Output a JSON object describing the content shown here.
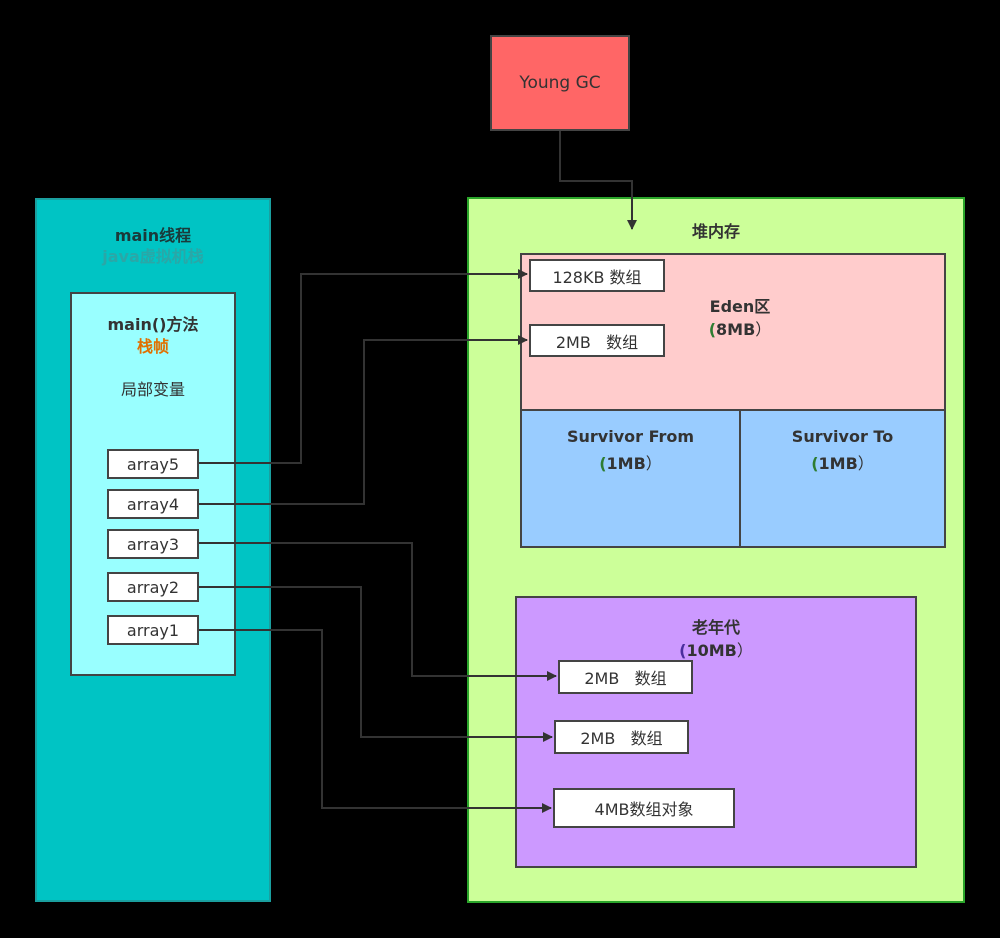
{
  "young_gc": {
    "label": "Young GC"
  },
  "thread": {
    "title": "main线程",
    "subtitle": "java虚拟机栈",
    "frame": {
      "title": "main()方法",
      "subtitle": "栈帧",
      "locals_label": "局部变量",
      "variables": [
        "array5",
        "array4",
        "array3",
        "array2",
        "array1"
      ]
    }
  },
  "heap": {
    "title": "堆内存",
    "eden": {
      "title": "Eden区",
      "size_open": "(",
      "size_value": "8MB",
      "size_close": "）",
      "objects": [
        "128KB 数组",
        "2MB   数组"
      ]
    },
    "survivor_from": {
      "title": "Survivor From",
      "size_open": "(",
      "size_value": "1MB",
      "size_close": "）"
    },
    "survivor_to": {
      "title": "Survivor To",
      "size_open": "(",
      "size_value": "1MB",
      "size_close": "）"
    },
    "old_gen": {
      "title": "老年代",
      "size_open": "(",
      "size_value": "10MB",
      "size_close": "）",
      "objects": [
        "2MB   数组",
        "2MB   数组",
        "4MB数组对象"
      ]
    }
  },
  "colors": {
    "background": "#000000",
    "young_gc": "#ff6666",
    "thread_panel": "#00c4c4",
    "frame_panel": "#99ffff",
    "heap_panel": "#ccff99",
    "eden": "#ffcccc",
    "survivor": "#99ccff",
    "old_gen": "#cc99ff",
    "frame_subtitle": "#e07000",
    "arrow": "#333333"
  }
}
